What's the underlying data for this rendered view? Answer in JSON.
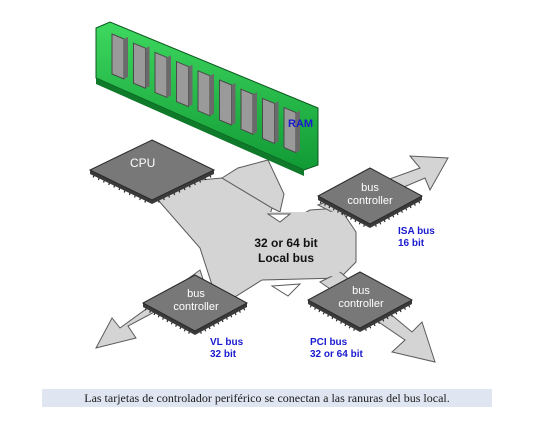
{
  "diagram": {
    "ram_label": "RAM",
    "cpu_label": "CPU",
    "bus_center_line1": "32 or 64 bit",
    "bus_center_line2": "Local bus",
    "controller_line1": "bus",
    "controller_line2": "controller",
    "isa_line1": "ISA bus",
    "isa_line2": "16 bit",
    "vl_line1": "VL bus",
    "vl_line2": "32 bit",
    "pci_line1": "PCI bus",
    "pci_line2": "32 or 64 bit"
  },
  "caption": "Las tarjetas de controlador periférico se conectan a las ranuras del bus local.",
  "colors": {
    "bus_fill": "#d4d4d4",
    "bus_stroke": "#5a5a5a",
    "chip": "#787878",
    "chip_top": "#8a8a8a",
    "ram_board": "#22c24a",
    "ram_chip": "#9a9a9a",
    "label_blue": "#1a1ad0",
    "caption_bg": "#dfe6f2"
  }
}
